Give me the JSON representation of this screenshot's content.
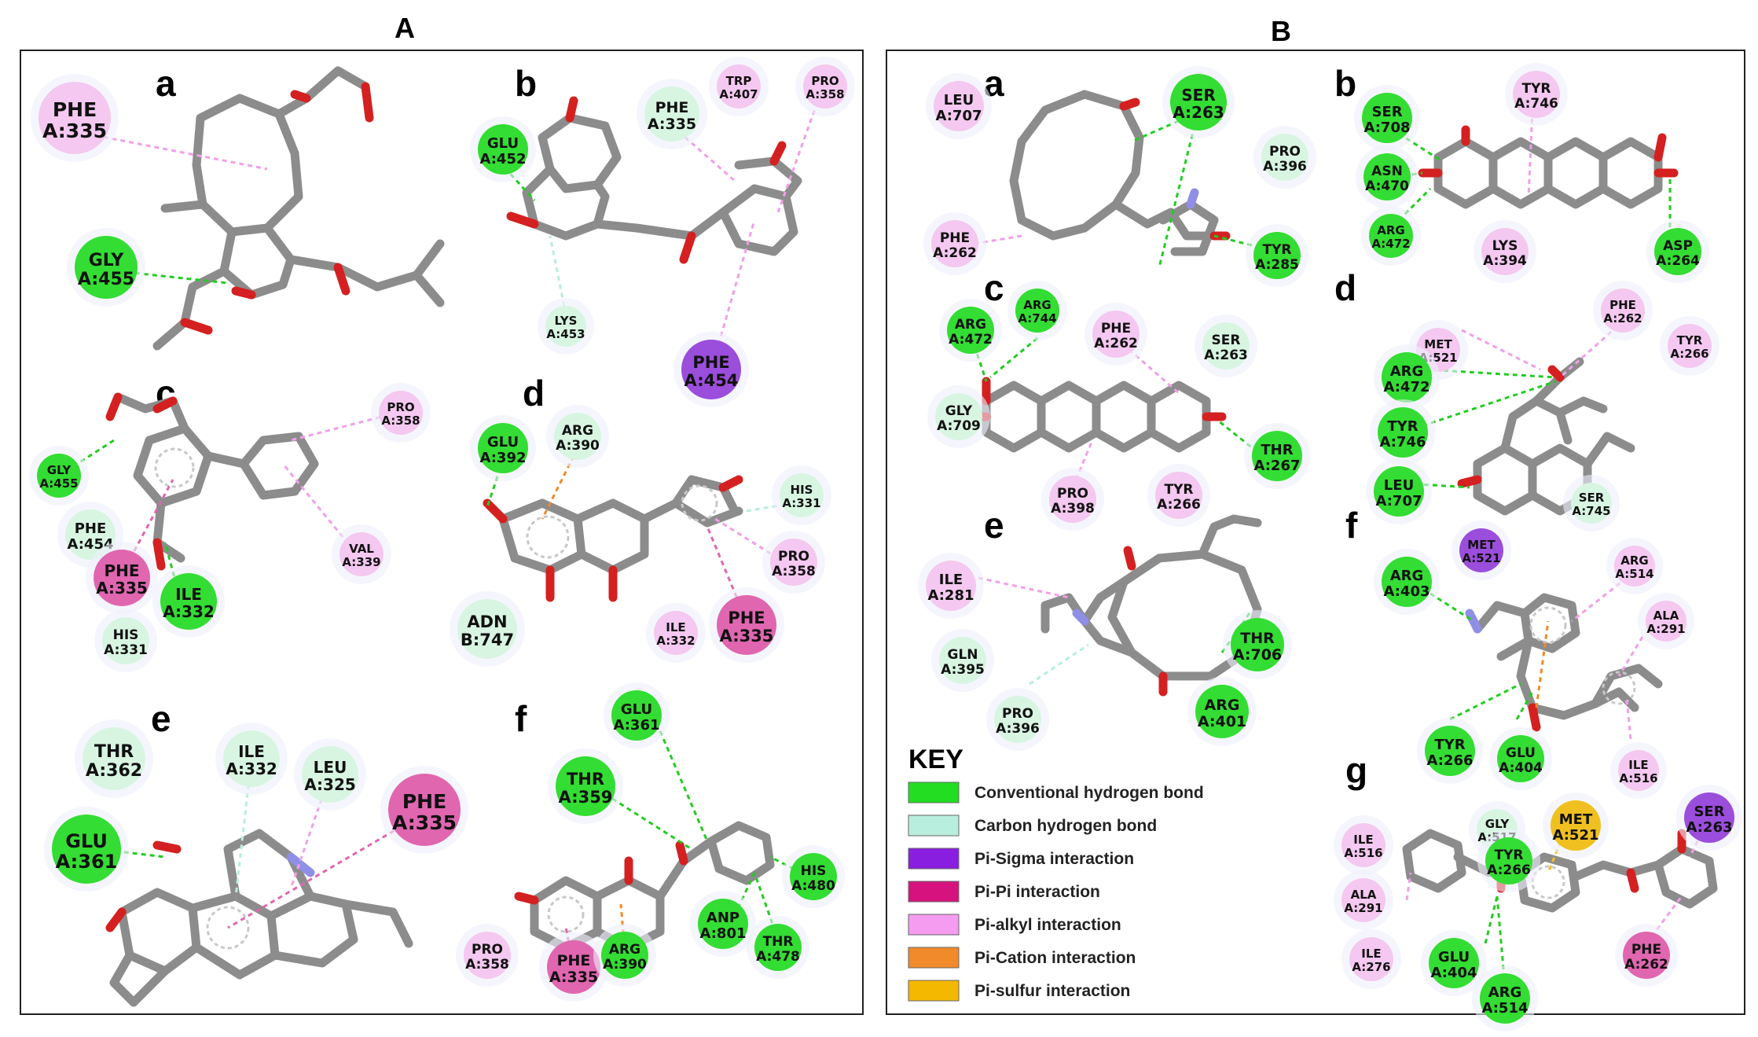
{
  "sections": {
    "A": "A",
    "B": "B"
  },
  "panels": {
    "A": {
      "a": {
        "letter": "a",
        "residues": [
          {
            "name": "PHE",
            "id": "A:335",
            "type": "pi_alkyl"
          },
          {
            "name": "GLY",
            "id": "A:455",
            "type": "conventional_h_bond"
          }
        ]
      },
      "b": {
        "letter": "b",
        "residues": [
          {
            "name": "GLU",
            "id": "A:452",
            "type": "conventional_h_bond"
          },
          {
            "name": "PHE",
            "id": "A:335",
            "type": "carbon_h_bond"
          },
          {
            "name": "TRP",
            "id": "A:407",
            "type": "pi_alkyl"
          },
          {
            "name": "PRO",
            "id": "A:358",
            "type": "pi_alkyl"
          },
          {
            "name": "LYS",
            "id": "A:453",
            "type": "carbon_h_bond"
          },
          {
            "name": "PHE",
            "id": "A:454",
            "type": "pi_sigma"
          }
        ]
      },
      "c": {
        "letter": "c",
        "residues": [
          {
            "name": "PRO",
            "id": "A:358",
            "type": "pi_alkyl"
          },
          {
            "name": "GLY",
            "id": "A:455",
            "type": "conventional_h_bond"
          },
          {
            "name": "PHE",
            "id": "A:454",
            "type": "carbon_h_bond"
          },
          {
            "name": "PHE",
            "id": "A:335",
            "type": "pi_pi"
          },
          {
            "name": "VAL",
            "id": "A:339",
            "type": "pi_alkyl"
          },
          {
            "name": "ILE",
            "id": "A:332",
            "type": "conventional_h_bond"
          },
          {
            "name": "HIS",
            "id": "A:331",
            "type": "carbon_h_bond"
          }
        ]
      },
      "d": {
        "letter": "d",
        "residues": [
          {
            "name": "GLU",
            "id": "A:392",
            "type": "conventional_h_bond"
          },
          {
            "name": "ARG",
            "id": "A:390",
            "type": "carbon_h_bond"
          },
          {
            "name": "HIS",
            "id": "A:331",
            "type": "carbon_h_bond"
          },
          {
            "name": "PRO",
            "id": "A:358",
            "type": "pi_alkyl"
          },
          {
            "name": "ADN",
            "id": "B:747",
            "type": "carbon_h_bond"
          },
          {
            "name": "ILE",
            "id": "A:332",
            "type": "pi_alkyl"
          },
          {
            "name": "PHE",
            "id": "A:335",
            "type": "pi_pi"
          }
        ]
      },
      "e": {
        "letter": "e",
        "residues": [
          {
            "name": "THR",
            "id": "A:362",
            "type": "carbon_h_bond"
          },
          {
            "name": "ILE",
            "id": "A:332",
            "type": "carbon_h_bond"
          },
          {
            "name": "LEU",
            "id": "A:325",
            "type": "carbon_h_bond"
          },
          {
            "name": "GLU",
            "id": "A:361",
            "type": "conventional_h_bond"
          },
          {
            "name": "PHE",
            "id": "A:335",
            "type": "pi_pi"
          }
        ]
      },
      "f": {
        "letter": "f",
        "residues": [
          {
            "name": "GLU",
            "id": "A:361",
            "type": "conventional_h_bond"
          },
          {
            "name": "THR",
            "id": "A:359",
            "type": "conventional_h_bond"
          },
          {
            "name": "HIS",
            "id": "A:480",
            "type": "conventional_h_bond"
          },
          {
            "name": "PRO",
            "id": "A:358",
            "type": "pi_alkyl"
          },
          {
            "name": "PHE",
            "id": "A:335",
            "type": "pi_pi"
          },
          {
            "name": "ARG",
            "id": "A:390",
            "type": "conventional_h_bond"
          },
          {
            "name": "ANP",
            "id": "A:801",
            "type": "conventional_h_bond"
          },
          {
            "name": "THR",
            "id": "A:478",
            "type": "conventional_h_bond"
          }
        ]
      }
    },
    "B": {
      "a": {
        "letter": "a",
        "residues": [
          {
            "name": "LEU",
            "id": "A:707",
            "type": "pi_alkyl"
          },
          {
            "name": "SER",
            "id": "A:263",
            "type": "conventional_h_bond"
          },
          {
            "name": "PRO",
            "id": "A:396",
            "type": "carbon_h_bond"
          },
          {
            "name": "PHE",
            "id": "A:262",
            "type": "pi_alkyl"
          },
          {
            "name": "TYR",
            "id": "A:285",
            "type": "conventional_h_bond"
          }
        ]
      },
      "b": {
        "letter": "b",
        "residues": [
          {
            "name": "SER",
            "id": "A:708",
            "type": "conventional_h_bond"
          },
          {
            "name": "TYR",
            "id": "A:746",
            "type": "pi_alkyl"
          },
          {
            "name": "ASN",
            "id": "A:470",
            "type": "conventional_h_bond"
          },
          {
            "name": "ARG",
            "id": "A:472",
            "type": "conventional_h_bond"
          },
          {
            "name": "LYS",
            "id": "A:394",
            "type": "pi_alkyl"
          },
          {
            "name": "ASP",
            "id": "A:264",
            "type": "conventional_h_bond"
          }
        ]
      },
      "c": {
        "letter": "c",
        "residues": [
          {
            "name": "ARG",
            "id": "A:744",
            "type": "conventional_h_bond"
          },
          {
            "name": "ARG",
            "id": "A:472",
            "type": "conventional_h_bond"
          },
          {
            "name": "PHE",
            "id": "A:262",
            "type": "pi_alkyl"
          },
          {
            "name": "SER",
            "id": "A:263",
            "type": "carbon_h_bond"
          },
          {
            "name": "GLY",
            "id": "A:709",
            "type": "carbon_h_bond"
          },
          {
            "name": "THR",
            "id": "A:267",
            "type": "conventional_h_bond"
          },
          {
            "name": "PRO",
            "id": "A:398",
            "type": "pi_alkyl"
          },
          {
            "name": "TYR",
            "id": "A:266",
            "type": "pi_alkyl"
          }
        ]
      },
      "d": {
        "letter": "d",
        "residues": [
          {
            "name": "MET",
            "id": "A:521",
            "type": "pi_alkyl"
          },
          {
            "name": "PHE",
            "id": "A:262",
            "type": "pi_alkyl"
          },
          {
            "name": "TYR",
            "id": "A:266",
            "type": "pi_alkyl"
          },
          {
            "name": "ARG",
            "id": "A:472",
            "type": "conventional_h_bond"
          },
          {
            "name": "TYR",
            "id": "A:746",
            "type": "conventional_h_bond"
          },
          {
            "name": "LEU",
            "id": "A:707",
            "type": "conventional_h_bond"
          },
          {
            "name": "SER",
            "id": "A:745",
            "type": "carbon_h_bond"
          }
        ]
      },
      "e": {
        "letter": "e",
        "residues": [
          {
            "name": "ILE",
            "id": "A:281",
            "type": "pi_alkyl"
          },
          {
            "name": "GLN",
            "id": "A:395",
            "type": "carbon_h_bond"
          },
          {
            "name": "THR",
            "id": "A:706",
            "type": "conventional_h_bond"
          },
          {
            "name": "PRO",
            "id": "A:396",
            "type": "carbon_h_bond"
          },
          {
            "name": "ARG",
            "id": "A:401",
            "type": "conventional_h_bond"
          }
        ]
      },
      "f": {
        "letter": "f",
        "residues": [
          {
            "name": "MET",
            "id": "A:521",
            "type": "pi_sigma"
          },
          {
            "name": "ARG",
            "id": "A:403",
            "type": "conventional_h_bond"
          },
          {
            "name": "ARG",
            "id": "A:514",
            "type": "pi_alkyl"
          },
          {
            "name": "ALA",
            "id": "A:291",
            "type": "pi_alkyl"
          },
          {
            "name": "TYR",
            "id": "A:266",
            "type": "conventional_h_bond"
          },
          {
            "name": "GLU",
            "id": "A:404",
            "type": "conventional_h_bond"
          },
          {
            "name": "ILE",
            "id": "A:516",
            "type": "pi_alkyl"
          }
        ]
      },
      "g": {
        "letter": "g",
        "residues": [
          {
            "name": "GLY",
            "id": "A:517",
            "type": "carbon_h_bond"
          },
          {
            "name": "MET",
            "id": "A:521",
            "type": "pi_sulfur"
          },
          {
            "name": "ILE",
            "id": "A:516",
            "type": "pi_alkyl"
          },
          {
            "name": "TYR",
            "id": "A:266",
            "type": "conventional_h_bond"
          },
          {
            "name": "SER",
            "id": "A:263",
            "type": "pi_sigma"
          },
          {
            "name": "ALA",
            "id": "A:291",
            "type": "pi_alkyl"
          },
          {
            "name": "ILE",
            "id": "A:276",
            "type": "pi_alkyl"
          },
          {
            "name": "GLU",
            "id": "A:404",
            "type": "conventional_h_bond"
          },
          {
            "name": "PHE",
            "id": "A:262",
            "type": "pi_pi"
          },
          {
            "name": "ARG",
            "id": "A:514",
            "type": "conventional_h_bond"
          }
        ]
      }
    }
  },
  "key": {
    "title": "KEY",
    "items": [
      {
        "label": "Conventional hydrogen bond",
        "color": "#22dd22"
      },
      {
        "label": "Carbon hydrogen bond",
        "color": "#b8eedd"
      },
      {
        "label": "Pi-Sigma interaction",
        "color": "#8a1ee0"
      },
      {
        "label": "Pi-Pi interaction",
        "color": "#d6127f"
      },
      {
        "label": "Pi-alkyl interaction",
        "color": "#f59cf0"
      },
      {
        "label": "Pi-Cation interaction",
        "color": "#f08a2a"
      },
      {
        "label": "Pi-sulfur interaction",
        "color": "#f5b800"
      }
    ]
  },
  "colors": {
    "conventional_h_bond": "#33dd33",
    "carbon_h_bond": "#d8f5e2",
    "pi_sigma": "#9b4ddc",
    "pi_pi": "#e066b0",
    "pi_alkyl": "#f4c8f0",
    "pi_cation": "#f08a2a",
    "pi_sulfur": "#f0c020",
    "stick": "#8c8c8c",
    "oxygen": "#d42020",
    "nitrogen": "#8f8fe6"
  }
}
